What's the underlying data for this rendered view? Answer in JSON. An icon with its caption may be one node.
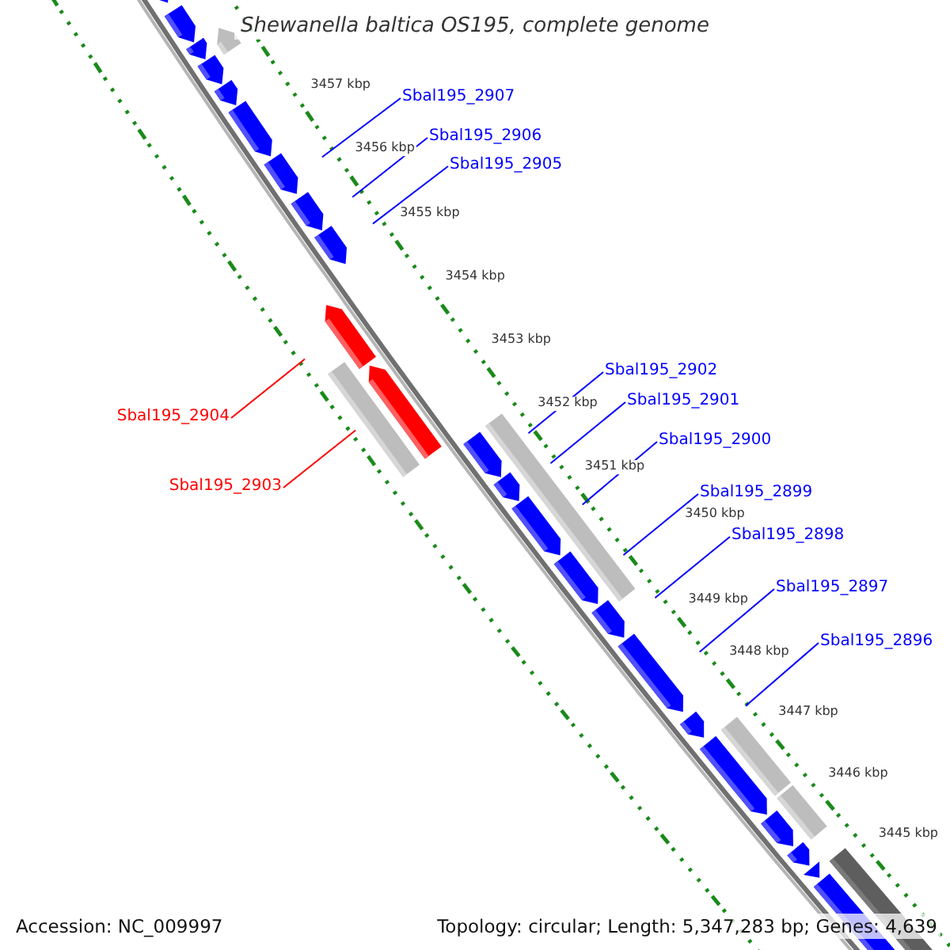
{
  "diagram": {
    "title": "Shewanella baltica OS195, complete genome",
    "nodes": [
      {
        "text": [
          "Sbal195_2907"
        ]
      },
      {
        "text": [
          "Sbal195_2906"
        ]
      },
      {
        "text": [
          "Sbal195_2905"
        ]
      },
      {
        "text": [
          "Sbal195_2902"
        ]
      },
      {
        "text": [
          "Sbal195_2901"
        ]
      },
      {
        "text": [
          "Sbal195_2904"
        ]
      },
      {
        "text": [
          "Sbal195_2900"
        ]
      },
      {
        "text": [
          "Sbal195_2903"
        ]
      },
      {
        "text": [
          "Sbal195_2899"
        ]
      },
      {
        "text": [
          "Sbal195_2898"
        ]
      },
      {
        "text": [
          "Sbal195_2897"
        ]
      },
      {
        "text": [
          "Sbal195_2896"
        ]
      }
    ],
    "edges": [
      {
        "from": 0,
        "to": null,
        "arrow": "none"
      },
      {
        "from": 1,
        "to": null,
        "arrow": "none"
      },
      {
        "from": 2,
        "to": null,
        "arrow": "none"
      },
      {
        "from": 3,
        "to": null,
        "arrow": "none"
      },
      {
        "from": 4,
        "to": null,
        "arrow": "none"
      },
      {
        "from": 5,
        "to": null,
        "arrow": "none",
        "color": "#ff0000"
      },
      {
        "from": 6,
        "to": null,
        "arrow": "none"
      },
      {
        "from": 7,
        "to": null,
        "arrow": "none",
        "color": "#ff0000"
      },
      {
        "from": 8,
        "to": null,
        "arrow": "none"
      },
      {
        "from": 9,
        "to": null,
        "arrow": "none"
      },
      {
        "from": 10,
        "to": null,
        "arrow": "none"
      },
      {
        "from": 11,
        "to": null,
        "arrow": "none"
      }
    ],
    "labels": [
      "3457 kbp",
      "3456 kbp",
      "3455 kbp",
      "3454 kbp",
      "3453 kbp",
      "3452 kbp",
      "3451 kbp",
      "3450 kbp",
      "3449 kbp",
      "3448 kbp",
      "3447 kbp",
      "3446 kbp",
      "3445 kbp",
      "Accession: NC_009997",
      "Topology: circular; Length: 5,347,283 bp; Genes: 4,639"
    ]
  }
}
